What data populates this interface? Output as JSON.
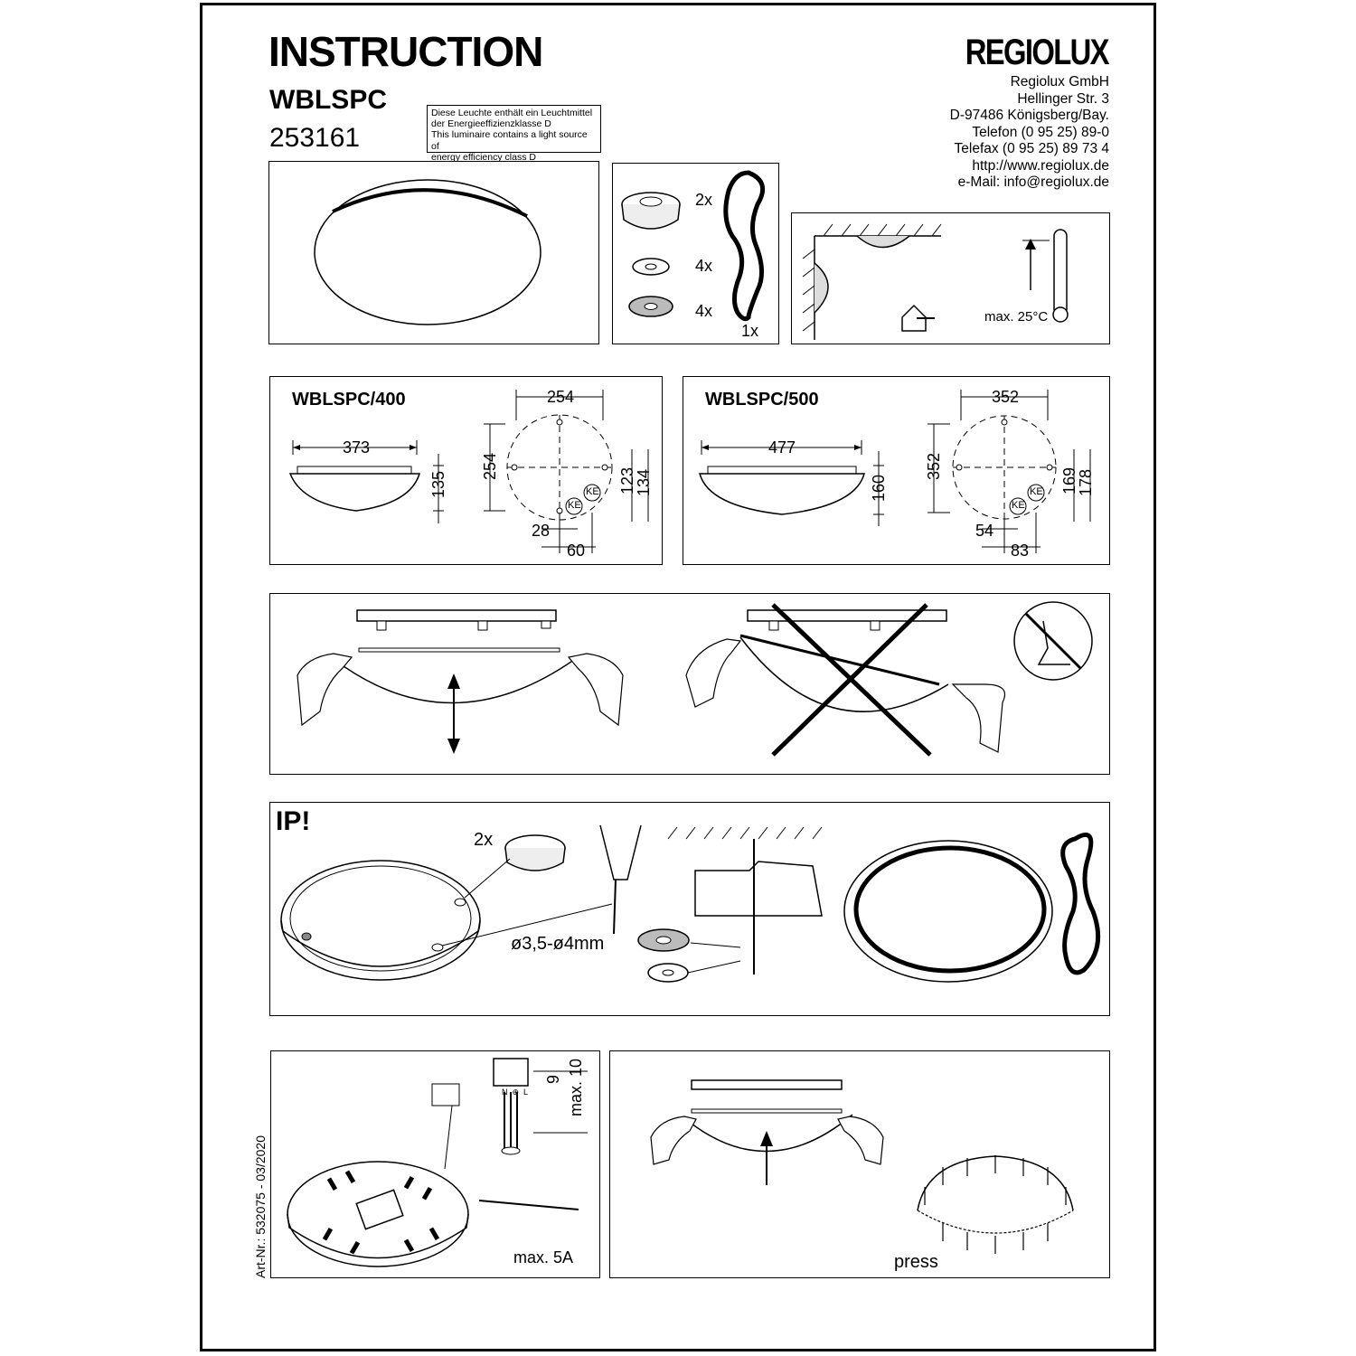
{
  "header": {
    "title": "INSTRUCTION",
    "model": "WBLSPC",
    "article": "253161",
    "brand": "REGIOLUX",
    "energy_label": [
      "Diese Leuchte enthält ein Leuchtmittel",
      "der Energieeffizienzklasse D",
      "This luminaire contains a light source  of",
      "energy efficiency class  D"
    ],
    "address": [
      "Regiolux GmbH",
      "Hellinger Str. 3",
      "D-97486 Königsberg/Bay.",
      "Telefon (0 95 25)  89-0",
      "Telefax (0 95 25)  89 73 4",
      "http://www.regiolux.de",
      "e-Mail: info@regiolux.de"
    ]
  },
  "parts": {
    "qty_caps": "2x",
    "qty_washers_small": "4x",
    "qty_washers_large": "4x",
    "qty_seal": "1x"
  },
  "mounting": {
    "max_temp": "max. 25°C"
  },
  "dims_400": {
    "name": "WBLSPC/400",
    "width": "373",
    "height": "135",
    "hole_spacing_h": "254",
    "hole_spacing_v": "254",
    "ke_v1": "123",
    "ke_v2": "134",
    "ke_h1": "28",
    "ke_h2": "60",
    "ke_label": "KE"
  },
  "dims_500": {
    "name": "WBLSPC/500",
    "width": "477",
    "height": "160",
    "hole_spacing_h": "352",
    "hole_spacing_v": "352",
    "ke_v1": "169",
    "ke_v2": "178",
    "ke_h1": "54",
    "ke_h2": "83",
    "ke_label": "KE"
  },
  "ip_step": {
    "heading": "IP!",
    "qty": "2x",
    "drill": "ø3,5-ø4mm"
  },
  "wiring": {
    "strip_9": "9",
    "strip_max10": "max. 10",
    "terminal_labels": [
      "N",
      "⊕",
      "L"
    ],
    "max_current": "max. 5A",
    "art_nr": "Art-Nr.: 532075 - 03/2020"
  },
  "closing": {
    "press": "press"
  }
}
